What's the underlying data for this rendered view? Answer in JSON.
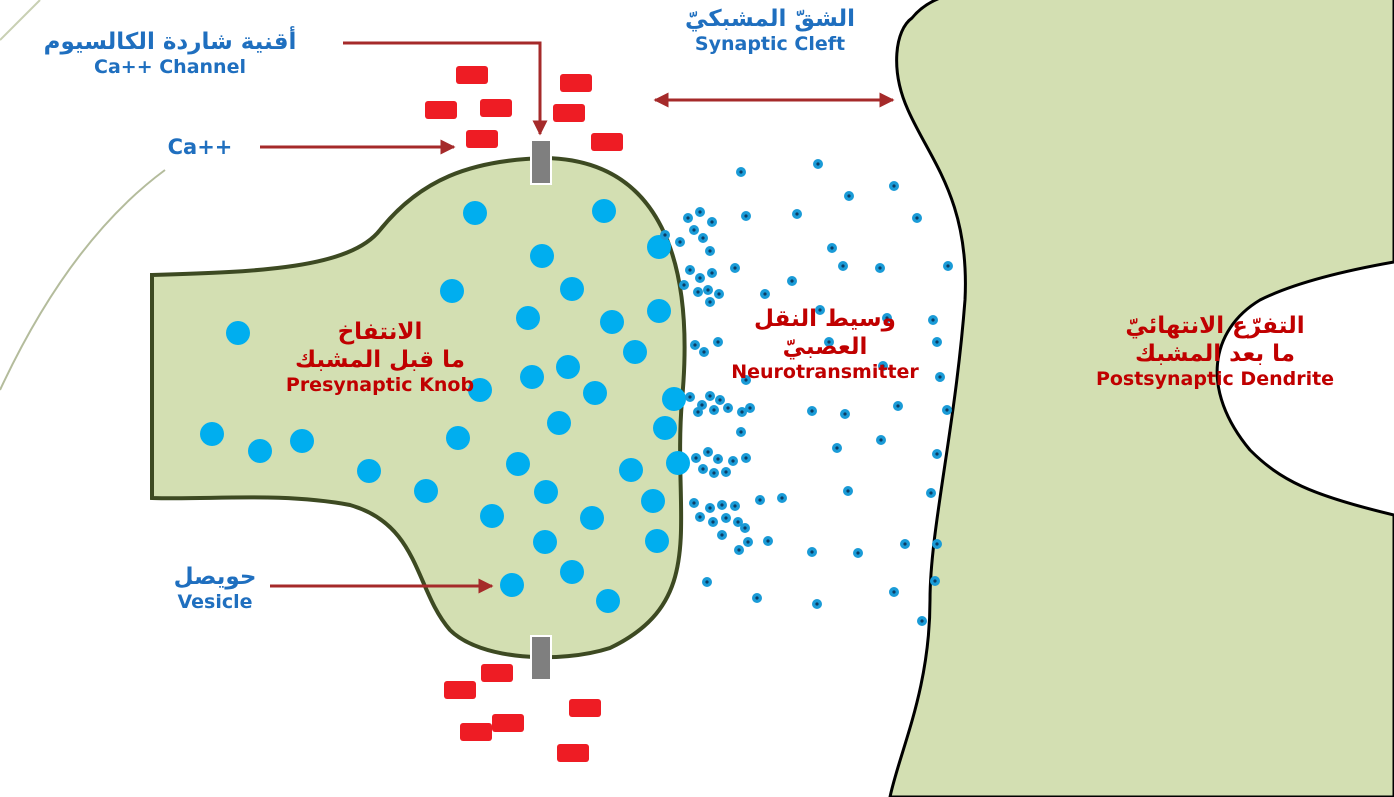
{
  "colors": {
    "background": "#ffffff",
    "cell_fill": "#d3dfb2",
    "cell_outline": "#3d4a22",
    "vesicle": "#00aeef",
    "neurotransmitter": "#1a9bd7",
    "calcium_ion": "#ee1c24",
    "arrow": "#a52a2a",
    "channel": "#7f7f7f",
    "label_blue": "#1f6fbf",
    "label_red": "#c00000"
  },
  "labels": {
    "ca_channel": {
      "ar": "أقنية شاردة الكالسيوم",
      "en": "Ca++ Channel"
    },
    "calcium": {
      "en": "Ca++"
    },
    "synaptic_cleft": {
      "ar": "الشقّ المشبكيّ",
      "en": "Synaptic Cleft"
    },
    "presynaptic": {
      "ar1": "الانتفاخ",
      "ar2": "ما قبل المشبك",
      "en": "Presynaptic Knob"
    },
    "neurotransmitter": {
      "ar1": "وسيط النقل",
      "ar2": "العصبيّ",
      "en": "Neurotransmitter"
    },
    "postsynaptic": {
      "ar1": "التفرّع الانتهائيّ",
      "ar2": "ما بعد المشبك",
      "en": "Postsynaptic Dendrite"
    },
    "vesicle": {
      "ar": "حويصل",
      "en": "Vesicle"
    }
  },
  "icons": {
    "channel": "gray-rectangle",
    "calcium_ion": "red-rounded-rectangle",
    "vesicle": "blue-circle",
    "neurotransmitter": "blue-dot"
  }
}
